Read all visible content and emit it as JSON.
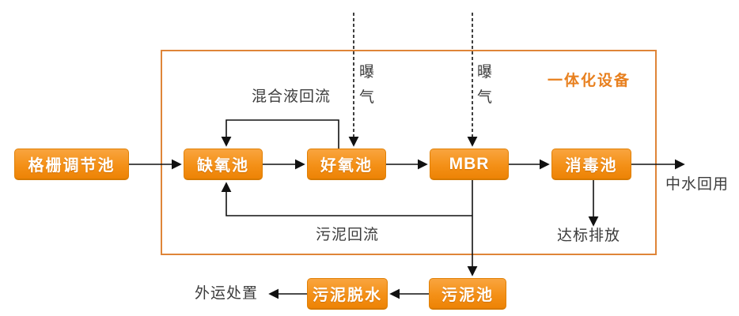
{
  "diagram": {
    "container_label": "一体化设备",
    "nodes": {
      "grid_tank": "格栅调节池",
      "anoxic_tank": "缺氧池",
      "aerobic_tank": "好氧池",
      "mbr": "MBR",
      "disinfection_tank": "消毒池",
      "sludge_tank": "污泥池",
      "sludge_dewatering": "污泥脱水"
    },
    "labels": {
      "mixed_liquor_return": "混合液回流",
      "aeration_1": "曝气",
      "aeration_2": "曝气",
      "sludge_return": "污泥回流",
      "reclaimed_water_reuse": "中水回用",
      "standard_discharge": "达标排放",
      "offsite_disposal": "外运处置"
    },
    "colors": {
      "box_orange": "#F49017",
      "box_orange_light": "#F9A53F",
      "box_orange_dark": "#ED8305",
      "frame_border": "#DF8538",
      "frame_label": "#E8801F",
      "line": "#111111",
      "label_text": "#3C3C3C",
      "box_text": "#FFFFFF"
    }
  }
}
